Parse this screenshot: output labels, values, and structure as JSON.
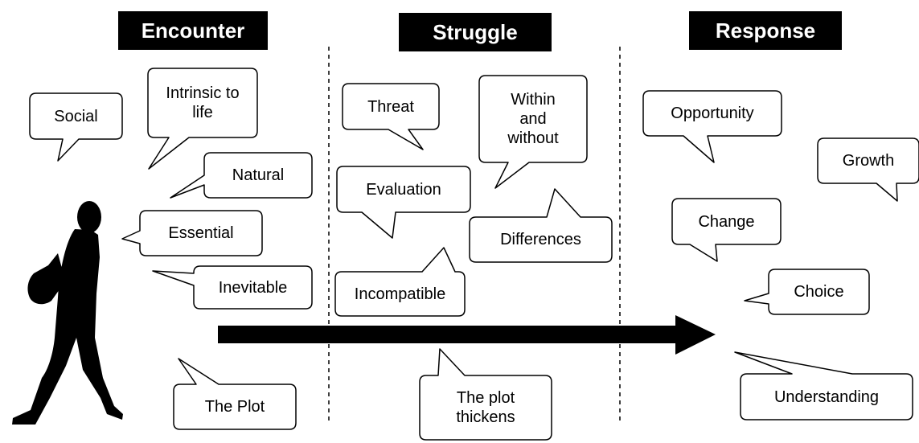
{
  "headers": {
    "encounter": "Encounter",
    "struggle": "Struggle",
    "response": "Response"
  },
  "bubbles": {
    "social": "Social",
    "intrinsic": "Intrinsic to life",
    "natural": "Natural",
    "essential": "Essential",
    "inevitable": "Inevitable",
    "the_plot": "The Plot",
    "threat": "Threat",
    "within_without": "Within and without",
    "evaluation": "Evaluation",
    "differences": "Differences",
    "incompatible": "Incompatible",
    "plot_thickens": "The plot thickens",
    "opportunity": "Opportunity",
    "growth": "Growth",
    "change": "Change",
    "choice": "Choice",
    "understanding": "Understanding"
  },
  "colors": {
    "ink": "#000000",
    "paper": "#ffffff"
  }
}
